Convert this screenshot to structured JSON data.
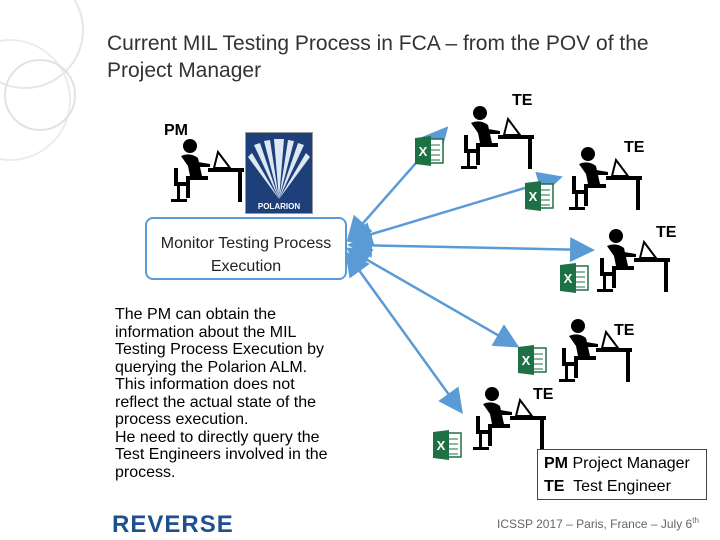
{
  "slide": {
    "title": "Current MIL Testing Process in FCA – from the POV of the Project Manager"
  },
  "roles": {
    "pm_label": "PM",
    "te_label": "TE"
  },
  "polarion_logo_text": "POLARION",
  "monitor_box": {
    "text": "Monitor Testing Process Execution"
  },
  "description": {
    "p1": "The PM can obtain the information about the MIL Testing Process Execution by querying the Polarion ALM.",
    "p2": "This information does not reflect the actual state of the process execution.",
    "p3": "He need to directly query the Test Engineers involved in the process."
  },
  "legend": {
    "pm_abbr": "PM",
    "pm_text": "Project Manager",
    "te_abbr": "TE",
    "te_text": "Test Engineer"
  },
  "footer": {
    "text": "ICSSP 2017 – Paris, France – July 6",
    "suffix": "th"
  },
  "brand_logo": "REVERSE",
  "colors": {
    "excel_green": "#1e7145",
    "box_border": "#5b9bd5",
    "polarion_blue": "#1e3f7a"
  }
}
